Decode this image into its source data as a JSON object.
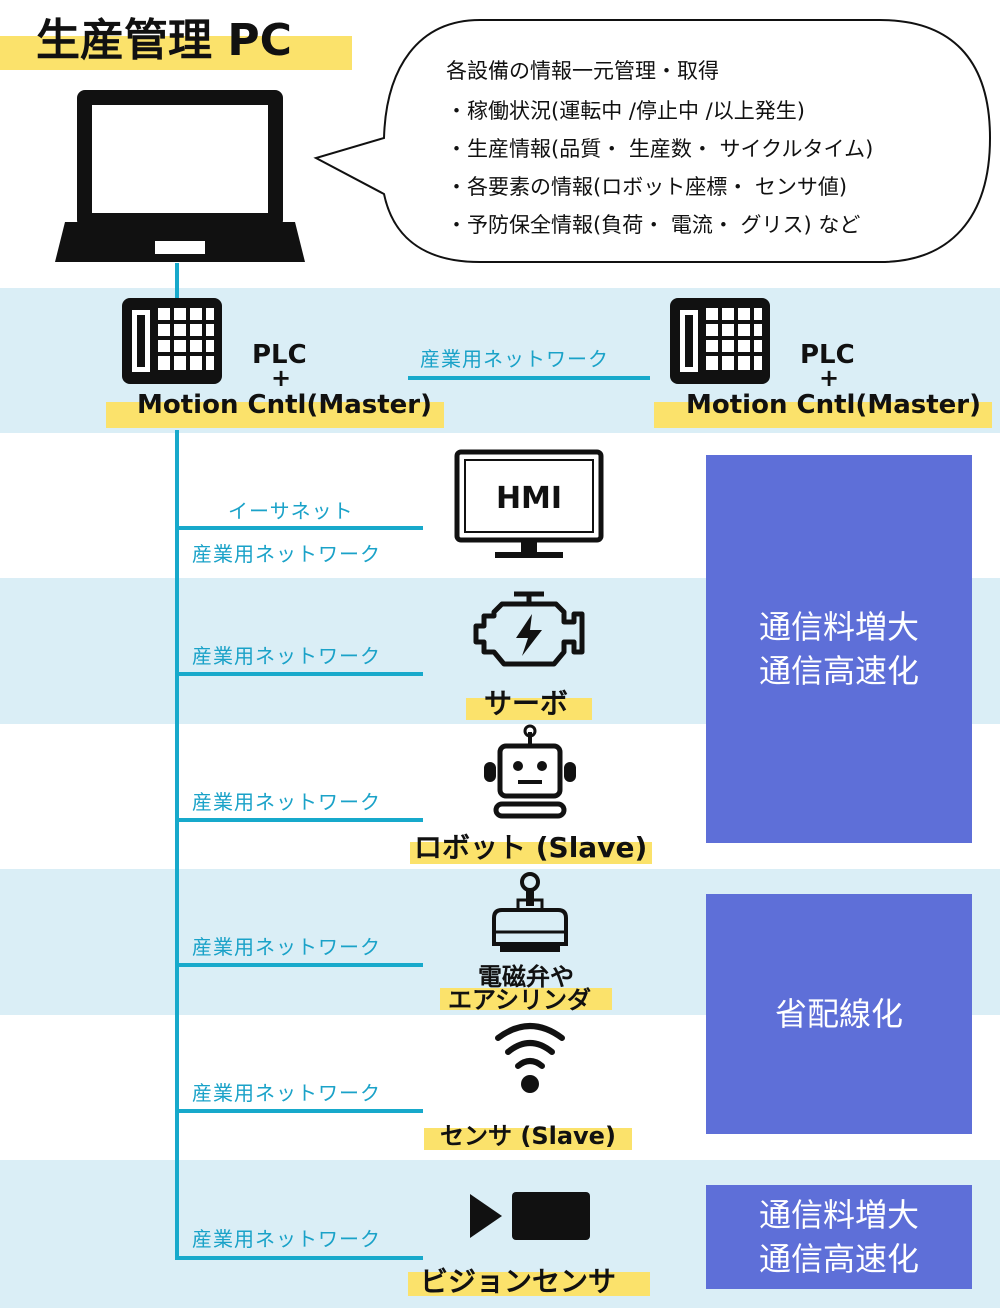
{
  "pc": {
    "title": "生産管理 PC",
    "bubble": {
      "heading": "各設備の情報一元管理・取得",
      "items": [
        "・稼働状況(運転中 /停止中 /以上発生)",
        "・生産情報(品質・ 生産数・ サイクルタイム)",
        "・各要素の情報(ロボット座標・ センサ値)",
        "・予防保全情報(負荷・ 電流・ グリス) など"
      ]
    }
  },
  "plc_left": {
    "line1": "PLC",
    "plus": "+",
    "line2": "Motion Cntl(Master)"
  },
  "plc_right": {
    "line1": "PLC",
    "plus": "+",
    "line2": "Motion Cntl(Master)"
  },
  "plc_link_label": "産業用ネットワーク",
  "devices": {
    "hmi": {
      "screen_text": "HMI",
      "net_top": "イーサネット",
      "net": "産業用ネットワーク"
    },
    "servo": {
      "label": "サーボ",
      "net": "産業用ネットワーク"
    },
    "robot": {
      "label": "ロボット (Slave)",
      "net": "産業用ネットワーク"
    },
    "valve": {
      "label1": "電磁弁や",
      "label2": "エアシリンダ",
      "net": "産業用ネットワーク"
    },
    "sensor": {
      "label": "センサ (Slave)",
      "net": "産業用ネットワーク"
    },
    "vision": {
      "label": "ビジョンセンサ",
      "net": "産業用ネットワーク"
    }
  },
  "blocks": {
    "top": {
      "line1": "通信料増大",
      "line2": "通信高速化"
    },
    "middle": {
      "line1": "省配線化"
    },
    "bottom": {
      "line1": "通信料増大",
      "line2": "通信高速化"
    }
  },
  "colors": {
    "band": "#daeef6",
    "highlight": "#fbe26b",
    "line": "#17a9cb",
    "block": "#5e6fd8"
  }
}
